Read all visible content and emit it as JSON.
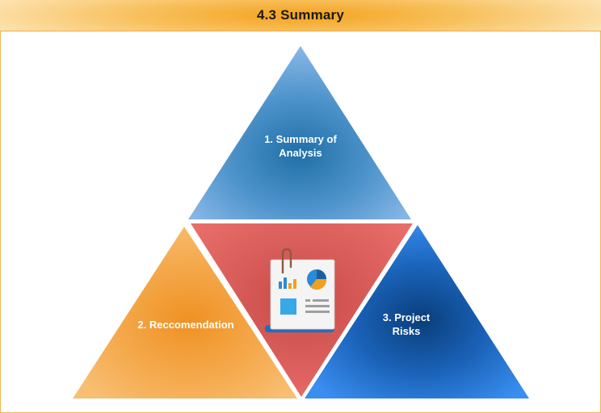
{
  "header": {
    "title": "4.3 Summary"
  },
  "diagram": {
    "segments": [
      {
        "label": "1. Summary of\nAnalysis",
        "color": "#2e7fb8"
      },
      {
        "label": "2. Reccomendation",
        "color": "#f39a2e"
      },
      {
        "label": "3. Project\nRisks",
        "color": "#1f6fd6"
      }
    ],
    "center_icon": "report-document-icon",
    "center_color": "#e06663"
  }
}
